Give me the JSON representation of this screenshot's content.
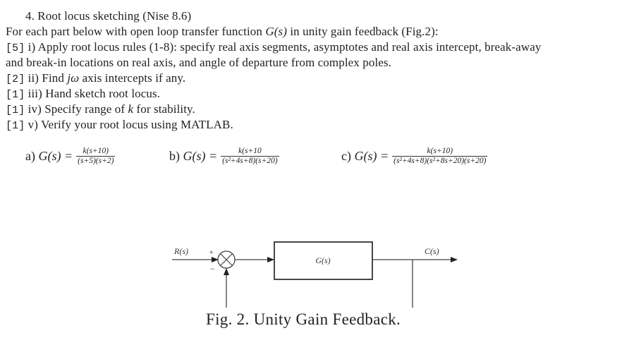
{
  "problem": {
    "title": "4. Root locus sketching (Nise 8.6)",
    "intro_pre": "For each part below with open loop transfer function ",
    "intro_sym": "G(s)",
    "intro_post": " in unity gain feedback (Fig.2):",
    "parts": [
      {
        "points": "[5]",
        "text_pre": " i) Apply root locus rules (1-8): specify real axis segments, asymptotes and real axis intercept, break-away",
        "text_cont": "and break-in locations on real axis, and angle of departure from complex poles."
      },
      {
        "points": "[2]",
        "text_pre": " ii) Find ",
        "sym": "jω",
        "text_post": " axis intercepts if any."
      },
      {
        "points": "[1]",
        "text_pre": " iii) Hand sketch root locus."
      },
      {
        "points": "[1]",
        "text_pre": " iv) Specify range of ",
        "sym": "k",
        "text_post": " for stability."
      },
      {
        "points": "[1]",
        "text_pre": " v) Verify your root locus using MATLAB."
      }
    ],
    "transfer_functions": [
      {
        "label": "a)",
        "lhs": "G(s) =",
        "numerator": "k(s+10)",
        "denominator": "(s+5)(s+2)"
      },
      {
        "label": "b)",
        "lhs": "G(s) =",
        "numerator": "k(s+10",
        "denominator": "(s²+4s+8)(s+20)"
      },
      {
        "label": "c)",
        "lhs": "G(s) =",
        "numerator": "k(s+10)",
        "denominator": "(s²+4s+8)(s²+8s+20)(s+20)"
      }
    ]
  },
  "figure": {
    "input_label": "R(s)",
    "output_label": "C(s)",
    "plant_label": "G(s)",
    "plus_sign": "+",
    "minus_sign": "−",
    "caption": "Fig. 2. Unity Gain Feedback."
  }
}
